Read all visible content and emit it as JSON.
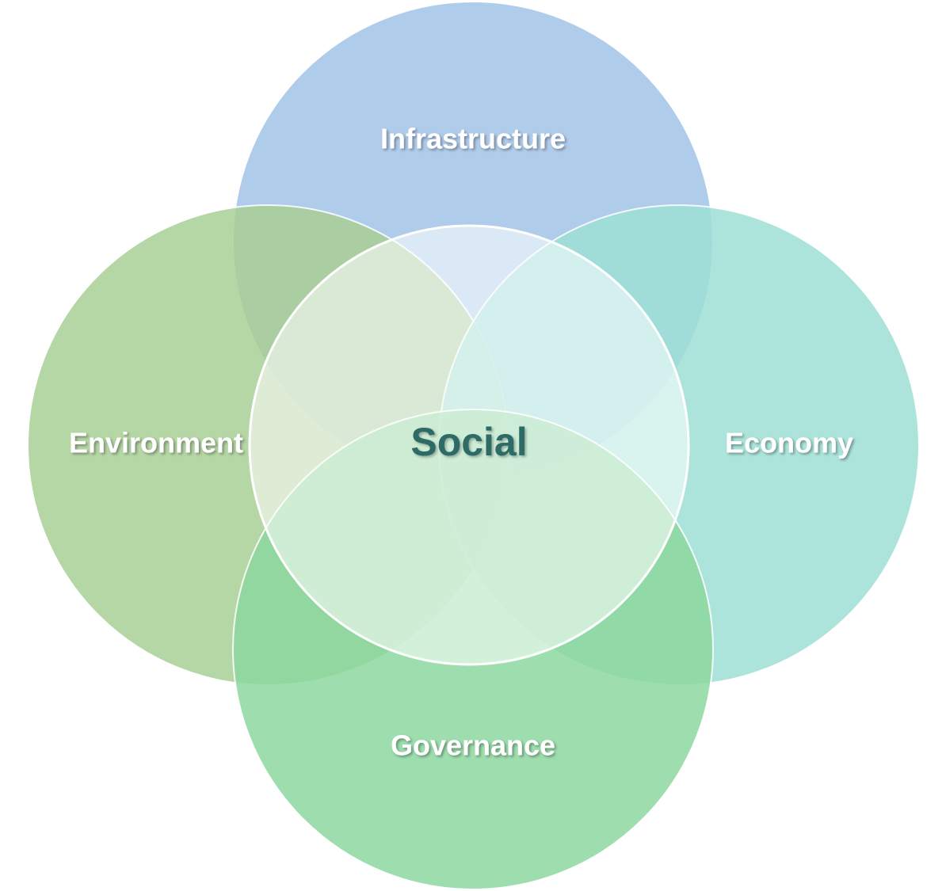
{
  "diagram": {
    "center": {
      "label": "Social",
      "fill": "#ffffff",
      "text_color": "#2f6a66"
    },
    "circles": [
      {
        "id": "infrastructure",
        "label": "Infrastructure",
        "color": "#a3c4e8"
      },
      {
        "id": "environment",
        "label": "Environment",
        "color": "#a9cf96"
      },
      {
        "id": "economy",
        "label": "Economy",
        "color": "#9ee0d6"
      },
      {
        "id": "governance",
        "label": "Governance",
        "color": "#8ed8a0"
      }
    ]
  }
}
